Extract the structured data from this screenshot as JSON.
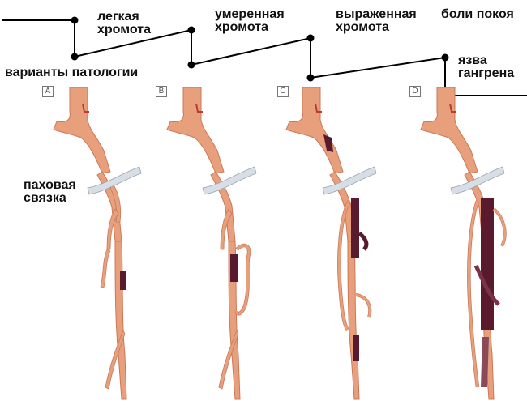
{
  "labels": {
    "variants": "варианты патологии",
    "mild": "легкая\nхромота",
    "moderate": "умеренная\nхромота",
    "severe": "выраженная\nхромота",
    "rest_pain": "боли покоя",
    "ulcer": "язва\nгангрена",
    "ligament": "паховая\nсвязка"
  },
  "panels": [
    "A",
    "B",
    "C",
    "D"
  ],
  "colors": {
    "artery": "#E8A07C",
    "artery_outline": "#C9785A",
    "occlusion": "#5A1A2E",
    "ligament": "#D8DEE6",
    "line": "#000000"
  }
}
